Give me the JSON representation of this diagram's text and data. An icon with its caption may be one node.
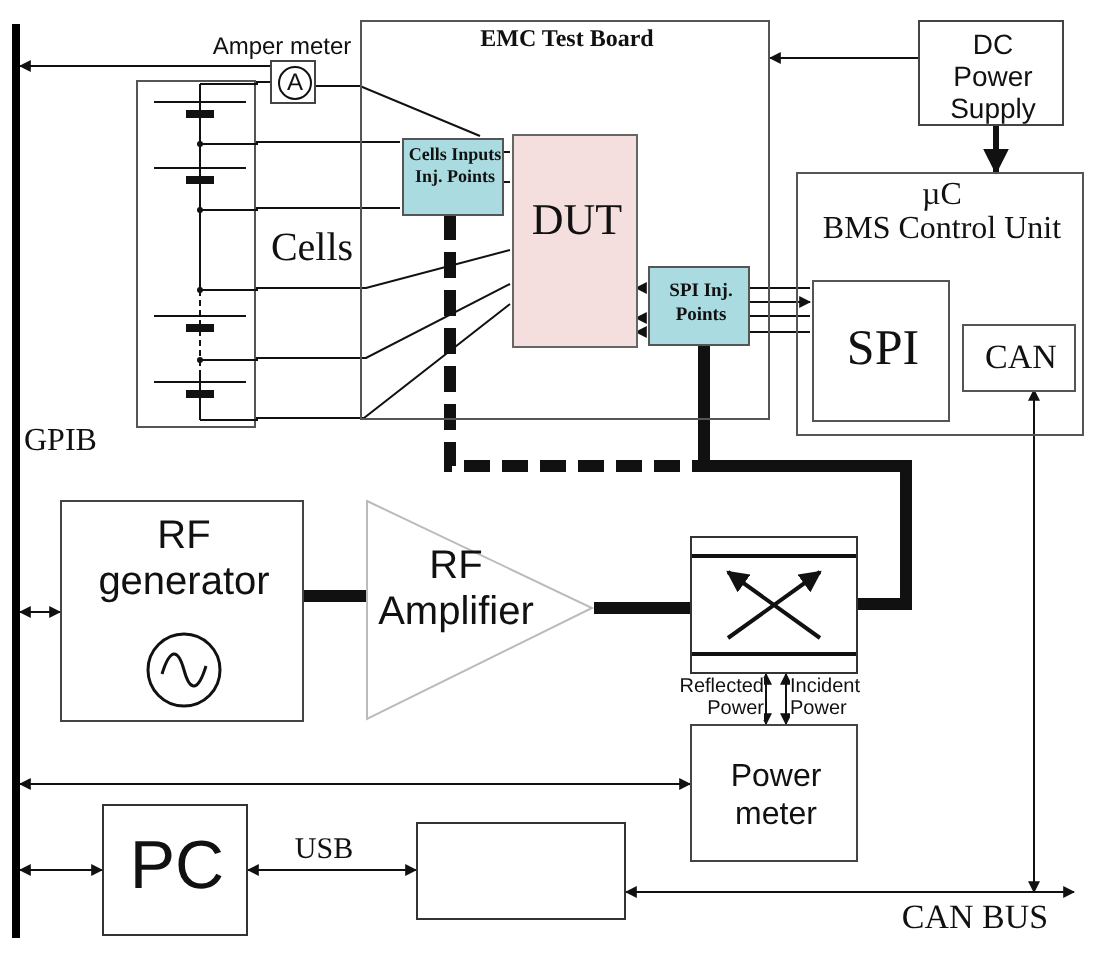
{
  "diagram": {
    "nodes": [
      {
        "text": [],
        "shape": "bar",
        "beside": [
          "GPIB"
        ]
      },
      {
        "text": [
          "Amper meter",
          "A"
        ]
      },
      {
        "text": [
          "Cells"
        ]
      },
      {
        "text": [
          "EMC Test Board"
        ]
      },
      {
        "text": [
          "Cells Inputs Inj. Points"
        ],
        "in": 3
      },
      {
        "text": [
          "DUT"
        ],
        "in": 3
      },
      {
        "text": [
          "SPI Inj. Points"
        ],
        "in": 3
      },
      {
        "text": [
          "DC Power Supply"
        ]
      },
      {
        "text": [
          "µC",
          "BMS Control Unit"
        ]
      },
      {
        "text": [
          "SPI"
        ],
        "in": 8
      },
      {
        "text": [
          "CAN"
        ],
        "in": 8
      },
      {
        "text": [
          "RF generator"
        ]
      },
      {
        "text": [
          "RF Amplifier"
        ]
      },
      {
        "text": [],
        "shape": "box"
      },
      {
        "text": [
          "Power meter"
        ]
      },
      {
        "text": [
          "PC"
        ]
      },
      {
        "text": [],
        "shape": "box"
      },
      {
        "text": [
          "CAN BUS"
        ]
      }
    ],
    "edges": [
      {
        "from": 1,
        "to": 0,
        "arrow": "to"
      },
      {
        "from": 1,
        "to": 4,
        "arrow": "none"
      },
      {
        "from": 2,
        "to": 4,
        "arrow": "none"
      },
      {
        "from": 2,
        "to": 4,
        "arrow": "none"
      },
      {
        "from": 2,
        "to": 5,
        "arrow": "none"
      },
      {
        "from": 2,
        "to": 5,
        "arrow": "none"
      },
      {
        "from": 2,
        "to": 5,
        "arrow": "none"
      },
      {
        "from": 4,
        "to": 5,
        "arrow": "none"
      },
      {
        "from": 4,
        "to": 5,
        "arrow": "none"
      },
      {
        "from": 6,
        "to": 5,
        "arrow": "to"
      },
      {
        "from": 6,
        "to": 5,
        "arrow": "to"
      },
      {
        "from": 6,
        "to": 5,
        "arrow": "to"
      },
      {
        "from": 6,
        "to": 9,
        "arrow": "none"
      },
      {
        "from": 6,
        "to": 9,
        "arrow": "to"
      },
      {
        "from": 6,
        "to": 9,
        "arrow": "none"
      },
      {
        "from": 6,
        "to": 9,
        "arrow": "none"
      },
      {
        "from": 7,
        "to": 3,
        "arrow": "to"
      },
      {
        "from": 7,
        "to": 8,
        "arrow": "to",
        "style": "thick"
      },
      {
        "from": 4,
        "to": 13,
        "arrow": "none",
        "style": "dashed"
      },
      {
        "from": 6,
        "to": 13,
        "arrow": "none",
        "style": "thick"
      },
      {
        "from": 11,
        "to": 12,
        "arrow": "none",
        "style": "thick"
      },
      {
        "from": 12,
        "to": 13,
        "arrow": "none",
        "style": "thick"
      },
      {
        "from": 0,
        "to": 11,
        "arrow": "both"
      },
      {
        "from": 14,
        "to": 0,
        "arrow": "both"
      },
      {
        "from": 0,
        "to": 15,
        "arrow": "both"
      },
      {
        "from": 15,
        "to": 16,
        "arrow": "both",
        "label": "USB"
      },
      {
        "from": 13,
        "to": 14,
        "arrow": "both",
        "label": "Reflected Power"
      },
      {
        "from": 13,
        "to": 14,
        "arrow": "both",
        "label": "Incident Power"
      },
      {
        "from": 10,
        "to": 17,
        "arrow": "both"
      },
      {
        "from": 16,
        "to": 17,
        "arrow": "both"
      },
      {
        "from": 2,
        "to": 1,
        "arrow": "none"
      }
    ]
  }
}
